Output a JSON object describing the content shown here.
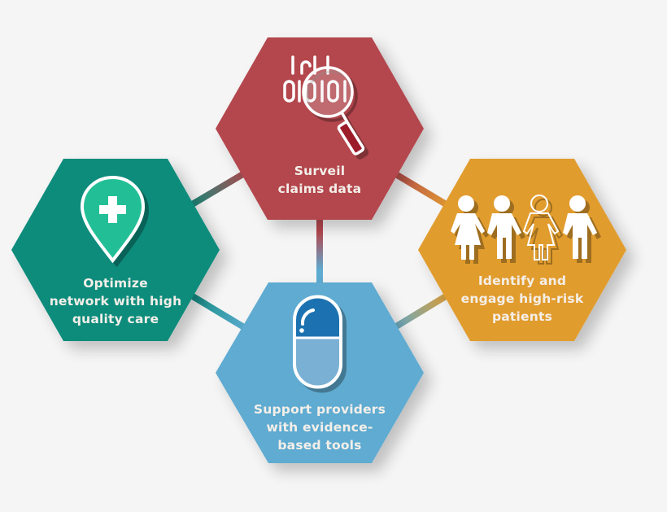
{
  "diagram": {
    "type": "hexagon-cluster",
    "nodes": [
      {
        "id": "surveil",
        "lines": [
          "Surveil",
          "claims data"
        ],
        "color": "#b3474e",
        "icon": "binary-magnifier-icon"
      },
      {
        "id": "optimize",
        "lines": [
          "Optimize",
          "network with high",
          "quality care"
        ],
        "color": "#0d8c7c",
        "icon": "map-pin-plus-icon"
      },
      {
        "id": "identify",
        "lines": [
          "Identify and",
          "engage high-risk",
          "patients"
        ],
        "color": "#e19c2f",
        "icon": "people-group-icon"
      },
      {
        "id": "support",
        "lines": [
          "Support providers",
          "with evidence-",
          "based tools"
        ],
        "color": "#5eabd1",
        "icon": "pill-capsule-icon"
      }
    ],
    "connections": [
      [
        "optimize",
        "surveil"
      ],
      [
        "surveil",
        "identify"
      ],
      [
        "surveil",
        "support"
      ],
      [
        "optimize",
        "support"
      ],
      [
        "support",
        "identify"
      ]
    ]
  }
}
